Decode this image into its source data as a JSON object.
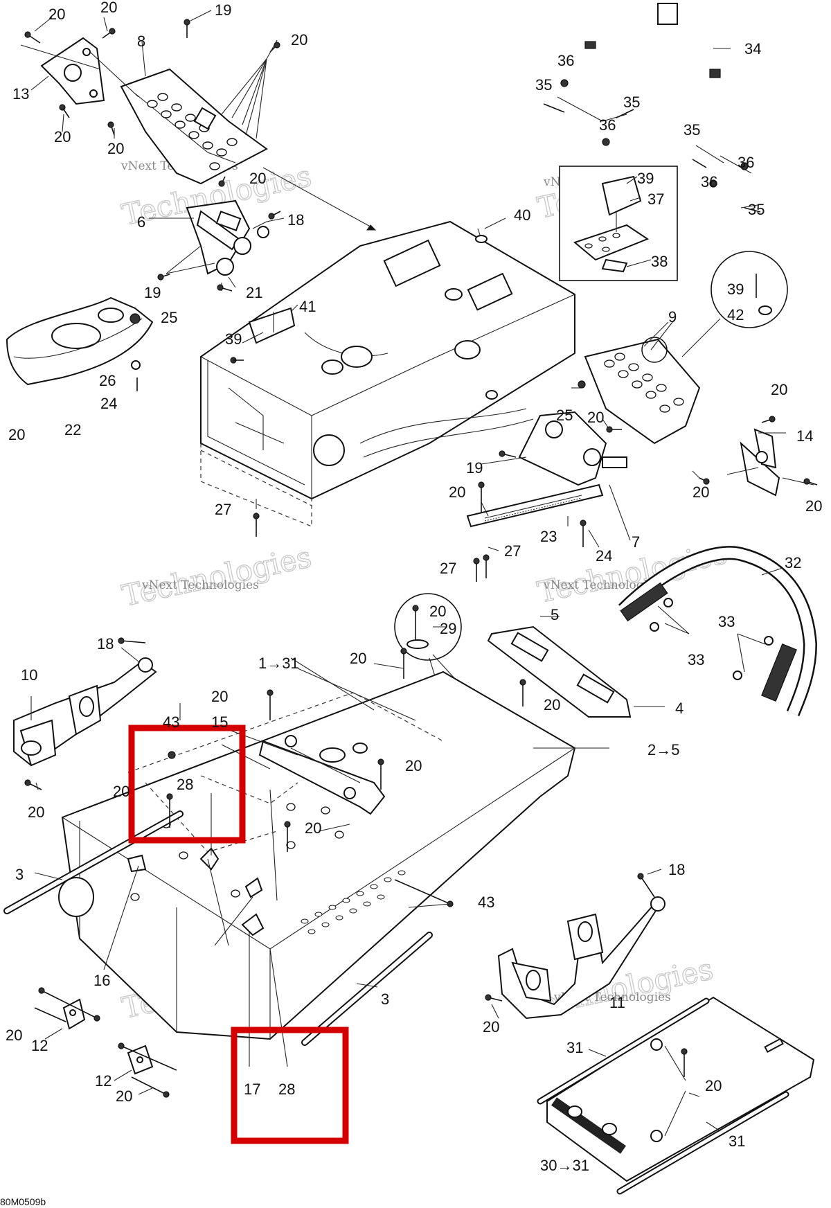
{
  "drawing_code": "80M0509b",
  "watermark": {
    "line1": "vNext Technologies",
    "line2": "Technologies"
  },
  "callouts": {
    "c20a": "20",
    "c20b": "20",
    "c19a": "19",
    "c20c": "20",
    "c8": "8",
    "c13": "13",
    "c20d": "20",
    "c20e": "20",
    "c20f": "20",
    "c6": "6",
    "c18a": "18",
    "c19b": "19",
    "c21": "21",
    "c25a": "25",
    "c22": "22",
    "c26": "26",
    "c24a": "24",
    "c20g": "20",
    "c41": "41",
    "c39a": "39",
    "c40": "40",
    "c27a": "27",
    "c34": "34",
    "c36a": "36",
    "c35a": "35",
    "c35b": "35",
    "c36b": "36",
    "c35c": "35",
    "c36c": "36",
    "c36d": "36",
    "c35d": "35",
    "c39b": "39",
    "c37": "37",
    "c38": "38",
    "c39c": "39",
    "c42": "42",
    "c9": "9",
    "c25b": "25",
    "c20h": "20",
    "c20i": "20",
    "c14": "14",
    "c19c": "19",
    "c20j": "20",
    "c20k": "20",
    "c20l": "20",
    "c23": "23",
    "c7": "7",
    "c24b": "24",
    "c27b": "27",
    "c27c": "27",
    "c32": "32",
    "c5": "5",
    "c33a": "33",
    "c33b": "33",
    "c20m": "20",
    "c29": "29",
    "c4": "4",
    "c2to5": "2→5",
    "c1to31": "1→31",
    "c20n": "20",
    "c20o": "20",
    "c20p": "20",
    "c20q": "20",
    "c18b": "18",
    "c10": "10",
    "c20r": "20",
    "c43a": "43",
    "c15": "15",
    "c28a": "28",
    "c20s": "20",
    "c20t": "20",
    "c3a": "3",
    "c16": "16",
    "c43b": "43",
    "c3b": "3",
    "c20u": "20",
    "c12a": "12",
    "c12b": "12",
    "c20v": "20",
    "c17": "17",
    "c28b": "28",
    "c18c": "18",
    "c11": "11",
    "c20w": "20",
    "c31a": "31",
    "c20x": "20",
    "c31b": "31",
    "c30to31": "30→31"
  },
  "highlight_color": "#d40000"
}
